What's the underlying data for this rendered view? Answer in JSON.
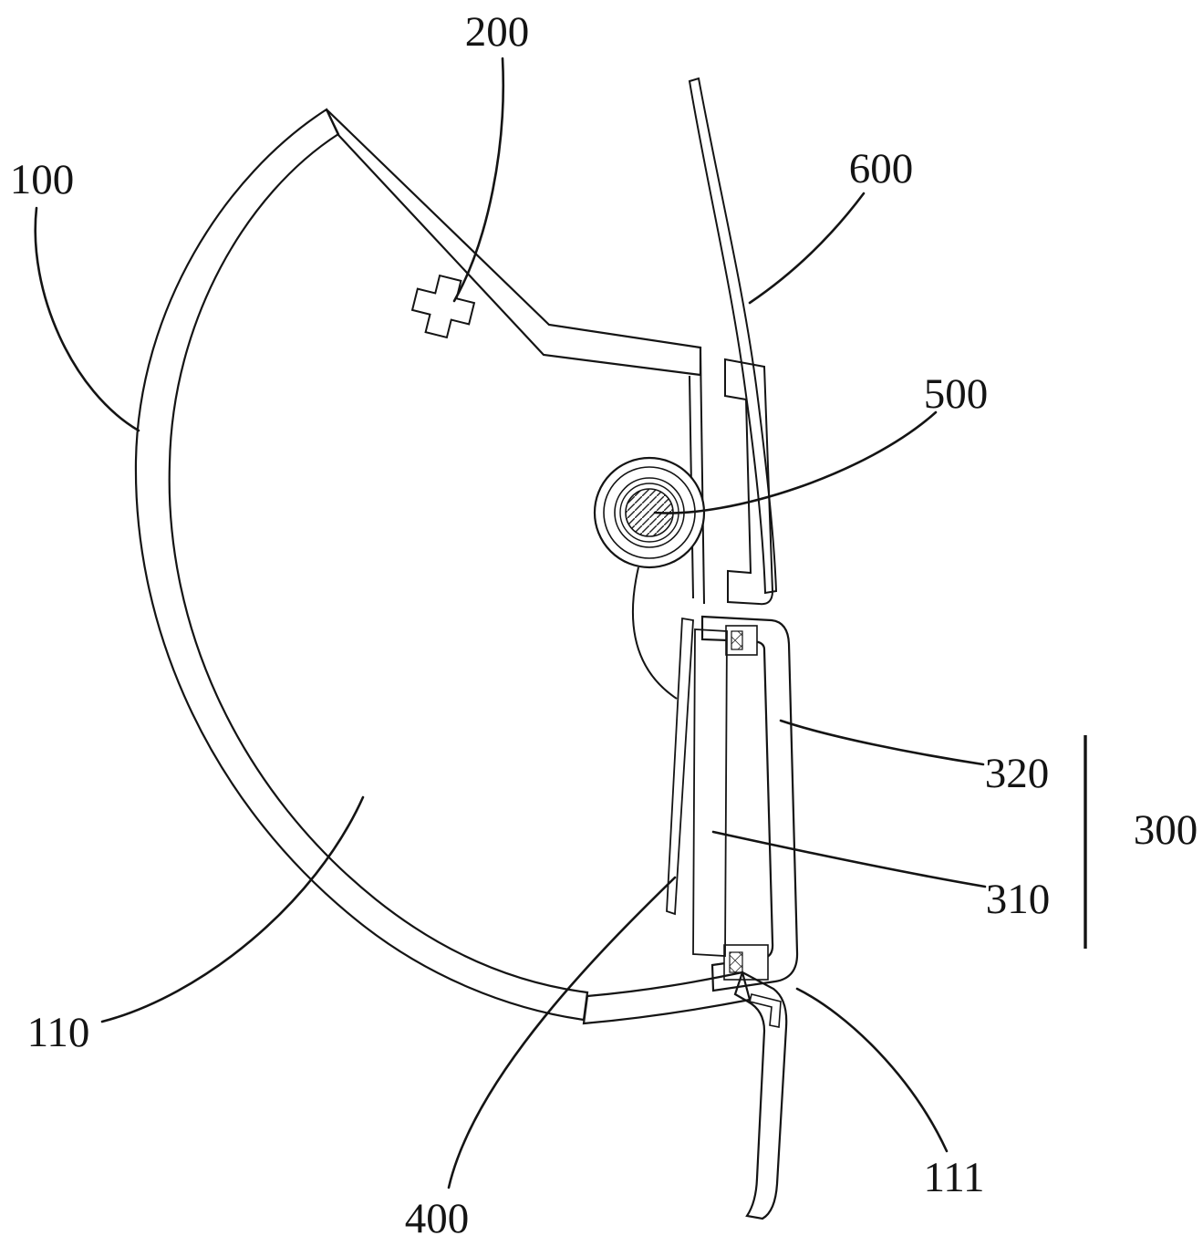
{
  "figure": {
    "background": "#ffffff",
    "line_color": "#141414",
    "hatch_color": "#3a3a3a",
    "labels": {
      "n100": "100",
      "n110": "110",
      "n111": "111",
      "n200": "200",
      "n300": "300",
      "n310": "310",
      "n320": "320",
      "n400": "400",
      "n500": "500",
      "n600": "600"
    }
  }
}
